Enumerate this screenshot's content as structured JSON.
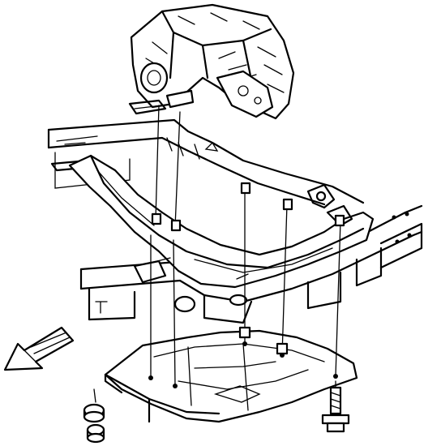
{
  "diagram": {
    "components": [
      "transfer-case",
      "frame-rails",
      "crossmember",
      "skid-plate",
      "mounting-bolts",
      "nuts-and-washers",
      "forward-direction-arrow"
    ],
    "stroke_color": "#000000",
    "background_color": "#ffffff"
  }
}
